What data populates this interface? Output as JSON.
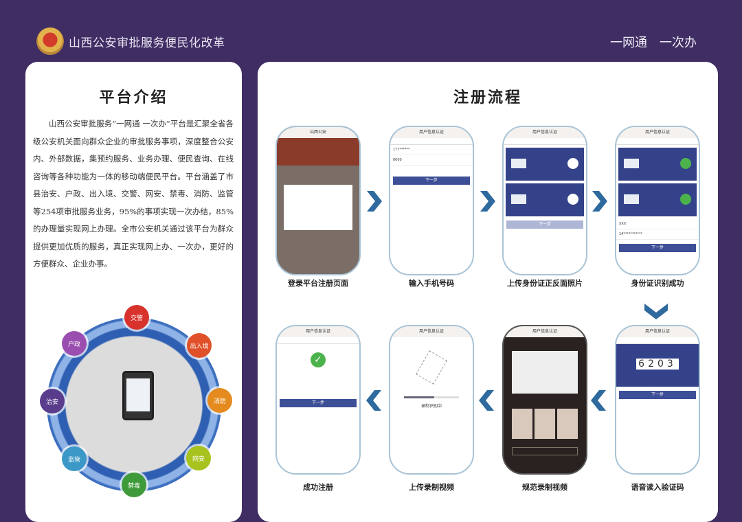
{
  "header": {
    "title": "山西公安审批服务便民化改革",
    "slogan": "一网通　一次办"
  },
  "left_panel": {
    "title": "平台介绍",
    "intro": "山西公安审批服务“一网通 一次办”平台是汇聚全省各级公安机关面向群众企业的审批服务事项，深度整合公安内、外部数据，集预约服务、业务办理、便民查询、在线咨询等各种功能为一体的移动端便民平台。平台涵盖了市县治安、户政、出入境、交警、网安、禁毒、消防、监管等254项审批服务业务，95%的事项实现一次办结，85%的办理量实现网上办理。全市公安机关通过该平台为群众提供更加优质的服务，真正实现网上办、一次办，更好的方便群众、企业办事。",
    "services": [
      {
        "label": "交警",
        "color": "#d8322c"
      },
      {
        "label": "出入境",
        "color": "#e0512a"
      },
      {
        "label": "消防",
        "color": "#e58a1e"
      },
      {
        "label": "网安",
        "color": "#a8c21e"
      },
      {
        "label": "禁毒",
        "color": "#3f9b3a"
      },
      {
        "label": "监管",
        "color": "#3c98c6"
      },
      {
        "label": "治安",
        "color": "#5a3c8c"
      },
      {
        "label": "户政",
        "color": "#9a4fb0"
      }
    ]
  },
  "right_panel": {
    "title": "注册流程",
    "steps": [
      {
        "label": "登录平台注册页面",
        "screen_title": "山西公安"
      },
      {
        "label": "输入手机号码",
        "screen_title": "用户信息认证",
        "button": "下一步"
      },
      {
        "label": "上传身份证正反面照片",
        "screen_title": "用户信息认证",
        "button": "下一步"
      },
      {
        "label": "身份证识别成功",
        "screen_title": "用户信息认证",
        "button": "下一步"
      },
      {
        "label": "语音读入验证码",
        "screen_title": "用户信息认证",
        "button": "下一步",
        "code": "6203"
      },
      {
        "label": "规范录制视频",
        "screen_title": "用户信息认证"
      },
      {
        "label": "上传录制视频",
        "screen_title": "用户信息认证",
        "status": "录制识别中"
      },
      {
        "label": "成功注册",
        "screen_title": "用户信息认证",
        "button": "下一步"
      }
    ]
  }
}
